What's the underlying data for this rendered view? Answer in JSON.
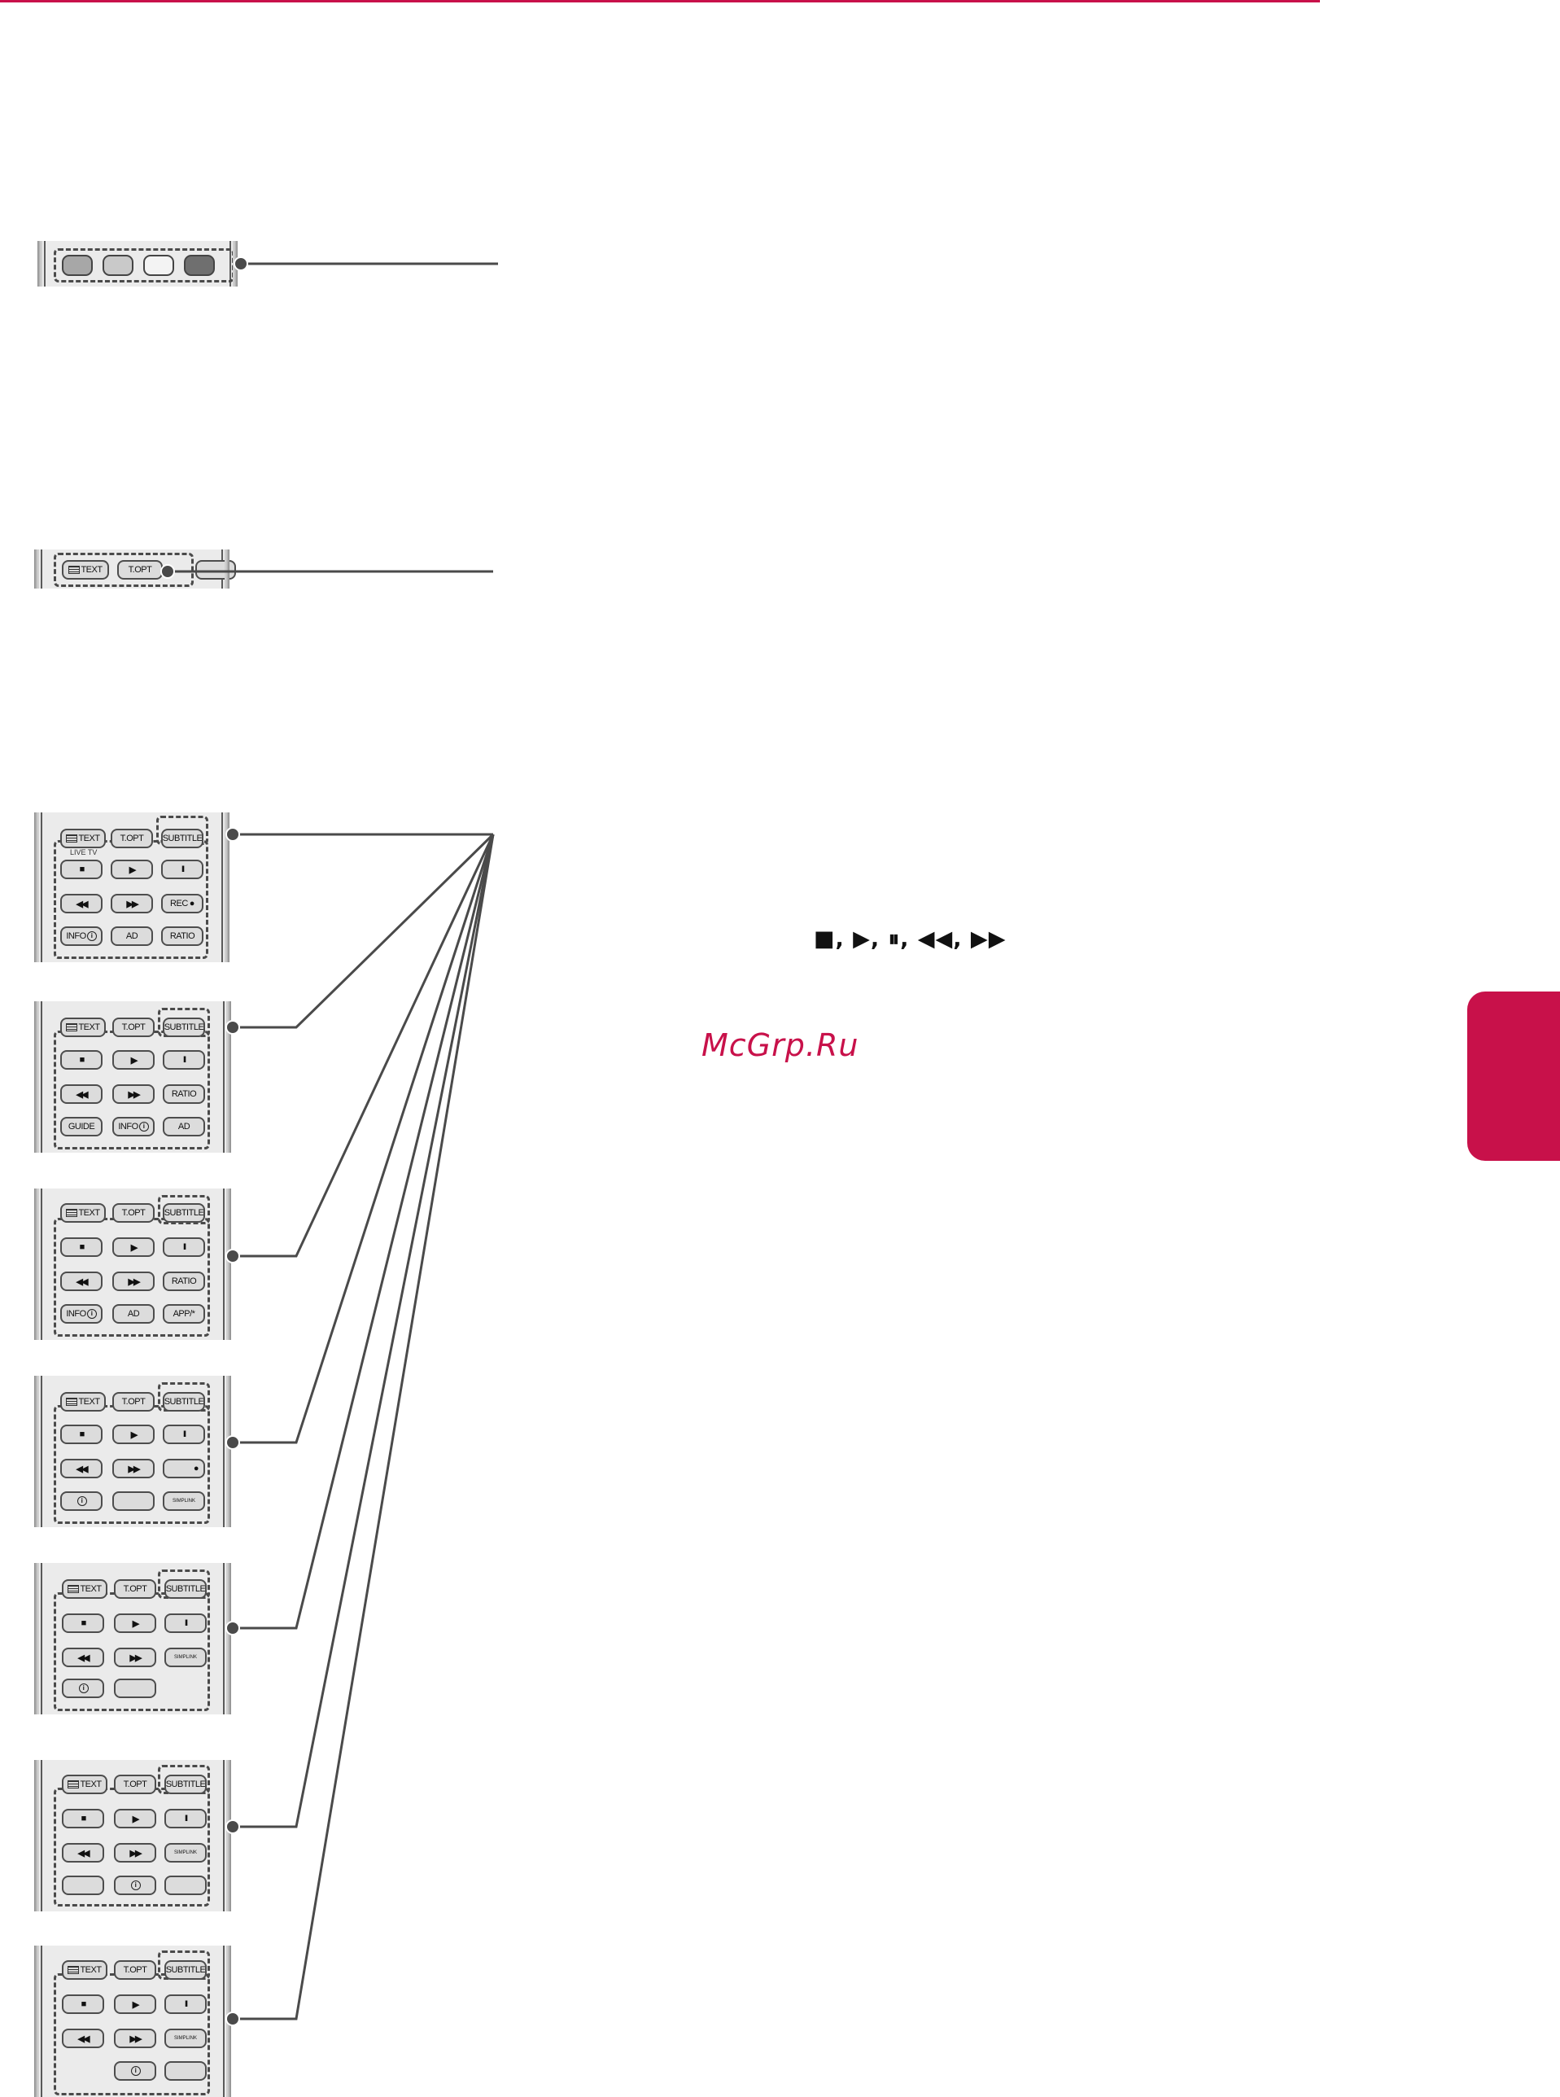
{
  "page": {
    "watermark": "McGrp.Ru",
    "playback_symbols": "■, ▶, ⏸, ◀◀, ▶▶"
  },
  "remotes": {
    "r1": {
      "live_tv": "LIVE TV",
      "text": "TEXT",
      "topt": "T.OPT",
      "subtitle": "SUBTITLE",
      "stop": "■",
      "play": "▶",
      "pause": "II",
      "rew": "◀◀",
      "ff": "▶▶",
      "rec": "REC",
      "info": "INFO",
      "ad": "AD",
      "ratio": "RATIO"
    },
    "r2": {
      "text": "TEXT",
      "topt": "T.OPT",
      "subtitle": "SUBTITLE",
      "stop": "■",
      "play": "▶",
      "pause": "II",
      "rew": "◀◀",
      "ff": "▶▶",
      "ratio": "RATIO",
      "guide": "GUIDE",
      "info": "INFO",
      "ad": "AD"
    },
    "r3": {
      "text": "TEXT",
      "topt": "T.OPT",
      "subtitle": "SUBTITLE",
      "stop": "■",
      "play": "▶",
      "pause": "II",
      "rew": "◀◀",
      "ff": "▶▶",
      "ratio": "RATIO",
      "info": "INFO",
      "ad": "AD",
      "app": "APP/*"
    },
    "r4": {
      "text": "TEXT",
      "topt": "T.OPT",
      "subtitle": "SUBTITLE",
      "stop": "■",
      "play": "▶",
      "pause": "II",
      "rew": "◀◀",
      "ff": "▶▶",
      "rec": "●",
      "simplink": "SIMPLINK"
    },
    "r5": {
      "text": "TEXT",
      "topt": "T.OPT",
      "subtitle": "SUBTITLE",
      "stop": "■",
      "play": "▶",
      "pause": "II",
      "rew": "◀◀",
      "ff": "▶▶",
      "simplink": "SIMPLINK"
    },
    "r6": {
      "text": "TEXT",
      "topt": "T.OPT",
      "subtitle": "SUBTITLE",
      "stop": "■",
      "play": "▶",
      "pause": "II",
      "rew": "◀◀",
      "ff": "▶▶",
      "simplink": "SIMPLINK"
    },
    "r7": {
      "text": "TEXT",
      "topt": "T.OPT",
      "subtitle": "SUBTITLE",
      "stop": "■",
      "play": "▶",
      "pause": "II",
      "rew": "◀◀",
      "ff": "▶▶",
      "simplink": "SIMPLINK"
    },
    "small": {
      "text": "TEXT",
      "topt": "T.OPT"
    }
  },
  "colors": {
    "accent": "#c8114a",
    "red_btn": "#a7a7a7",
    "green_btn": "#c9c9c9",
    "yellow_btn": "#f3f3f3",
    "blue_btn": "#6f6f6f"
  }
}
